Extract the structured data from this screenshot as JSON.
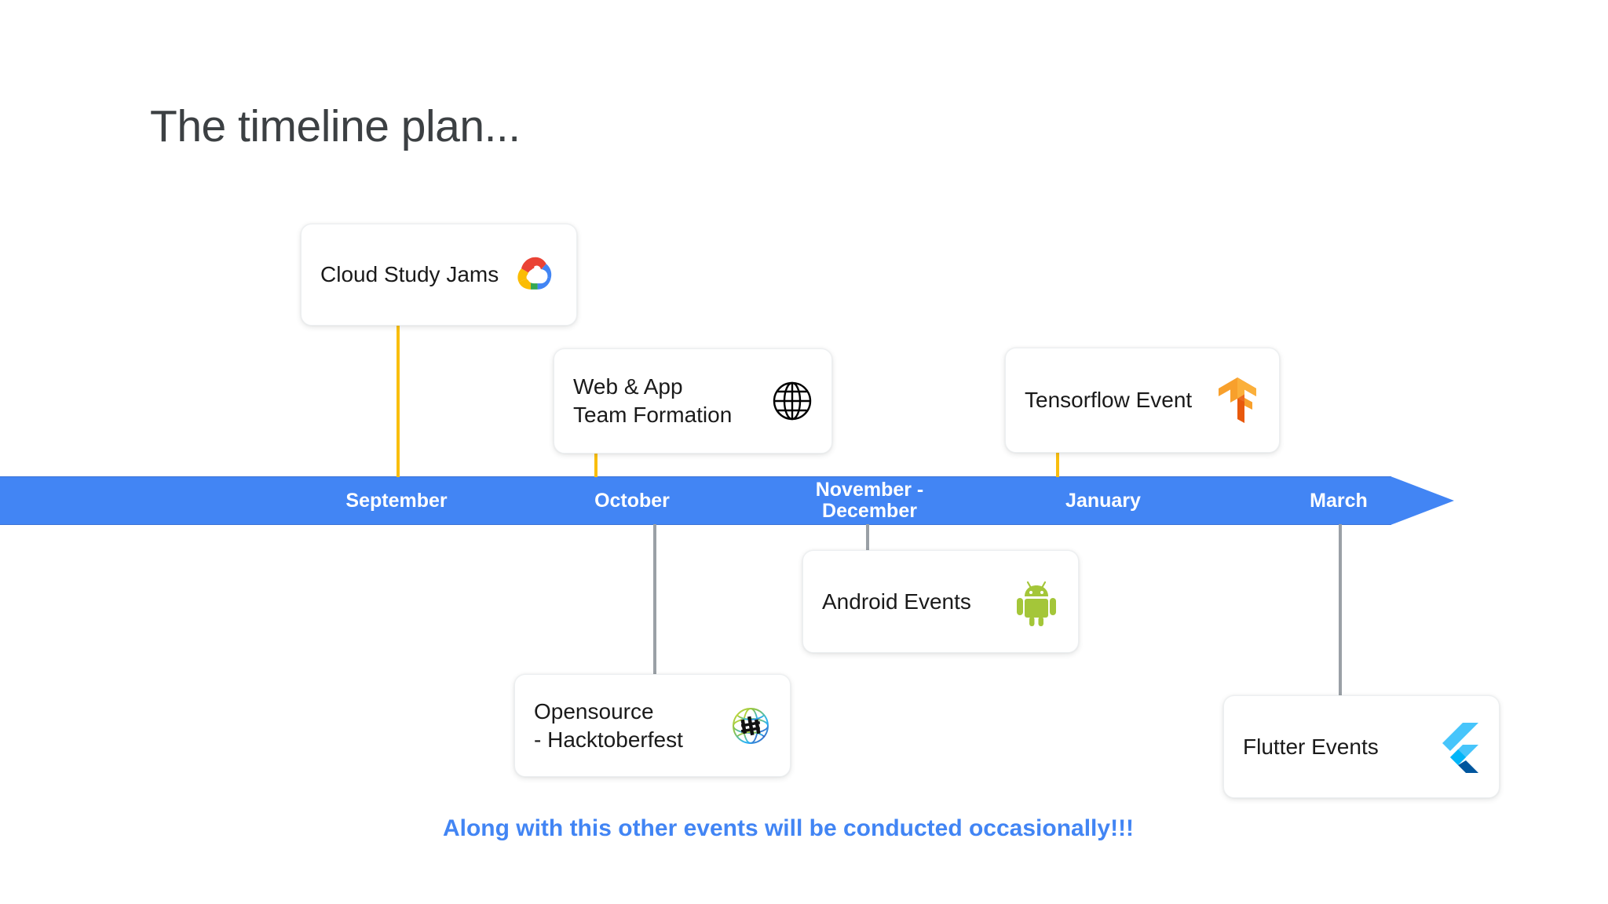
{
  "slide": {
    "title": "The timeline plan...",
    "background_color": "#ffffff",
    "title_color": "#3c4043"
  },
  "timeline": {
    "bar_color": "#4285f4",
    "connector_up_color": "#f9be0e",
    "connector_down_color": "#9aa0a6",
    "months": [
      {
        "label": "September"
      },
      {
        "label": "October"
      },
      {
        "label": "November -\nDecember"
      },
      {
        "label": "January"
      },
      {
        "label": "March"
      }
    ]
  },
  "cards": {
    "cloud_study_jams": {
      "label": "Cloud Study Jams",
      "icon": "google-cloud-icon"
    },
    "web_app_team": {
      "label": "Web & App\nTeam Formation",
      "icon": "globe-icon"
    },
    "tensorflow_event": {
      "label": "Tensorflow Event",
      "icon": "tensorflow-icon"
    },
    "android_events": {
      "label": "Android Events",
      "icon": "android-icon"
    },
    "hacktoberfest": {
      "label": "Opensource\n -   Hacktoberfest",
      "icon": "hacktoberfest-icon"
    },
    "flutter_events": {
      "label": "Flutter Events",
      "icon": "flutter-icon"
    }
  },
  "footer": {
    "note": "Along with this other events will be conducted occasionally!!!",
    "color": "#4285f4"
  }
}
